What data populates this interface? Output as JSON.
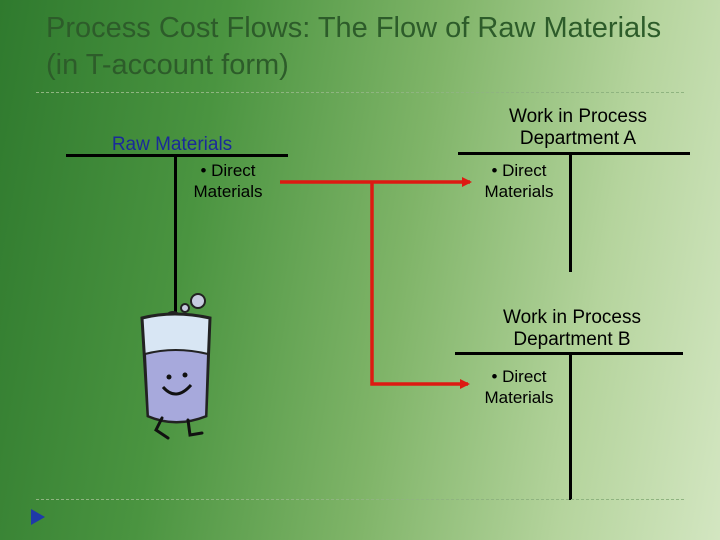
{
  "slide": {
    "title": "Process Cost Flows: The Flow of Raw Materials (in T-account form)",
    "accounts": {
      "raw_materials": {
        "name": "Raw Materials",
        "credit_entry": "• Direct Materials"
      },
      "wip_a": {
        "name": "Work in Process Department A",
        "debit_entry": "• Direct Materials"
      },
      "wip_b": {
        "name": "Work in Process Department B",
        "debit_entry": "• Direct Materials"
      }
    }
  },
  "colors": {
    "title_text": "#2d5c2a",
    "raw_materials_label": "#1a2a9a",
    "flow_arrow": "#dd1a12",
    "t_account_lines": "#000000",
    "nav_arrow": "#1f3aa8"
  },
  "icons": {
    "mascot": "beaker-mascot-icon",
    "nav": "play-triangle-icon"
  }
}
